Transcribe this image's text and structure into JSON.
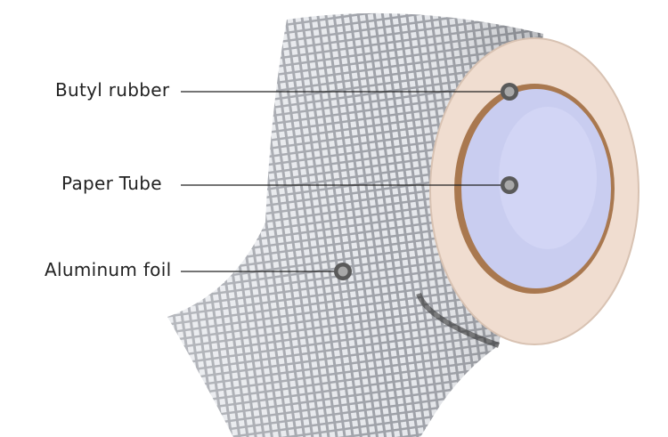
{
  "labels": {
    "butyl_rubber": "Butyl rubber",
    "paper_tube": "Paper Tube",
    "aluminum_foil": "Aluminum foil"
  },
  "colors": {
    "foil": "#d9dbe0",
    "paper_edge": "#f0ddd0",
    "tube_ring": "#a9784f",
    "tube_inside": "#c9cdf0",
    "marker_ring": "#5a5a5a",
    "marker_center": "#a8a8a8"
  }
}
